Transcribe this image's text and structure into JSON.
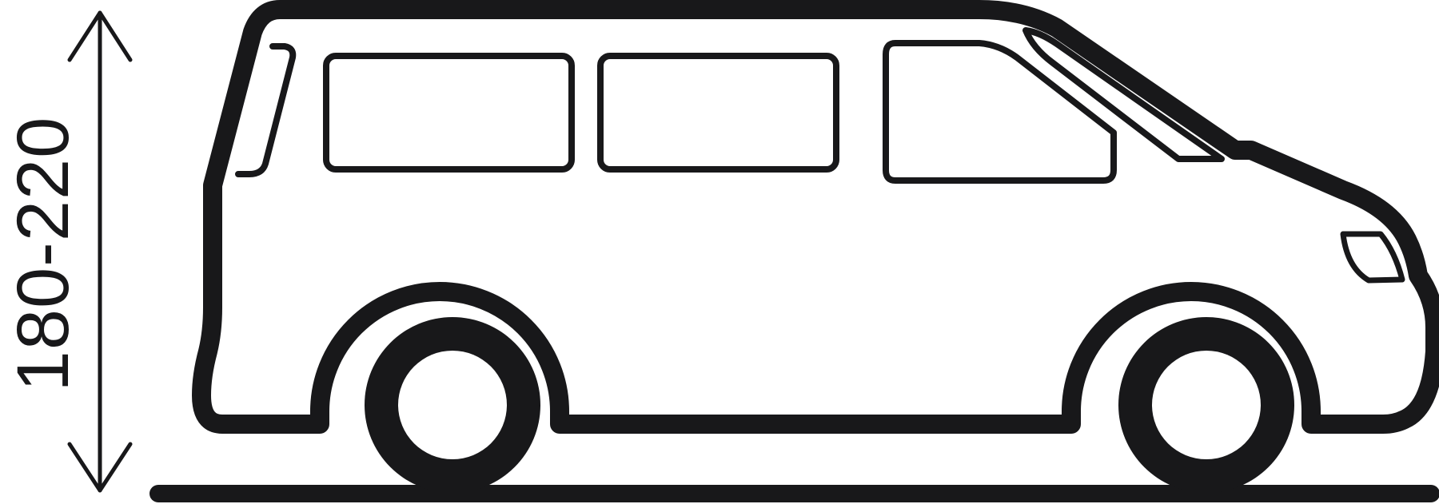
{
  "diagram": {
    "subject": "van-side-profile",
    "height_dimension": {
      "label": "180-220",
      "orientation": "vertical",
      "arrow": "double-headed"
    },
    "components": {
      "body_outline": "van-body",
      "windows": [
        "rear-window",
        "side-window-1",
        "side-window-2",
        "front-door-window",
        "windshield"
      ],
      "wheels": [
        "rear-wheel",
        "front-wheel"
      ],
      "headlight": "headlight",
      "ground": "ground-line"
    },
    "colors": {
      "ink": "#18181a",
      "background": "#ffffff"
    }
  }
}
